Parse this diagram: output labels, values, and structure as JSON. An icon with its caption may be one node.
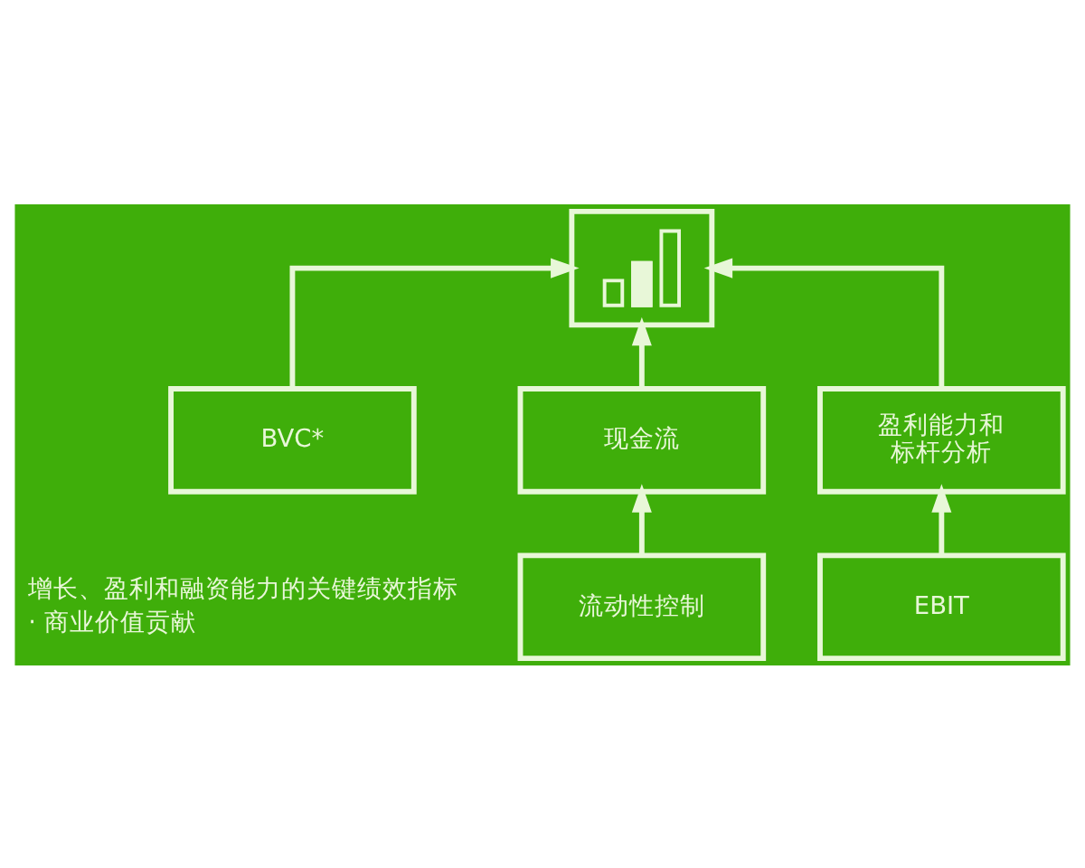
{
  "diagram": {
    "nodes": [
      {
        "text": [],
        "shape": "picture"
      },
      {
        "text": [
          "BVC*"
        ]
      },
      {
        "text": [
          "现金流"
        ]
      },
      {
        "text": [
          "盈利能力和标杆分析"
        ]
      },
      {
        "text": [
          "流动性控制"
        ]
      },
      {
        "text": [
          "EBIT"
        ]
      }
    ],
    "edges": [
      {
        "from": 1,
        "to": 0,
        "arrow": "to"
      },
      {
        "from": 2,
        "to": 0,
        "arrow": "to"
      },
      {
        "from": 3,
        "to": 0,
        "arrow": "to"
      },
      {
        "from": 4,
        "to": 2,
        "arrow": "to"
      },
      {
        "from": 5,
        "to": 3,
        "arrow": "to"
      }
    ],
    "labels": [
      "增长、盈利和融资能力的关键绩效指标",
      "· 商业价值贡献"
    ]
  }
}
